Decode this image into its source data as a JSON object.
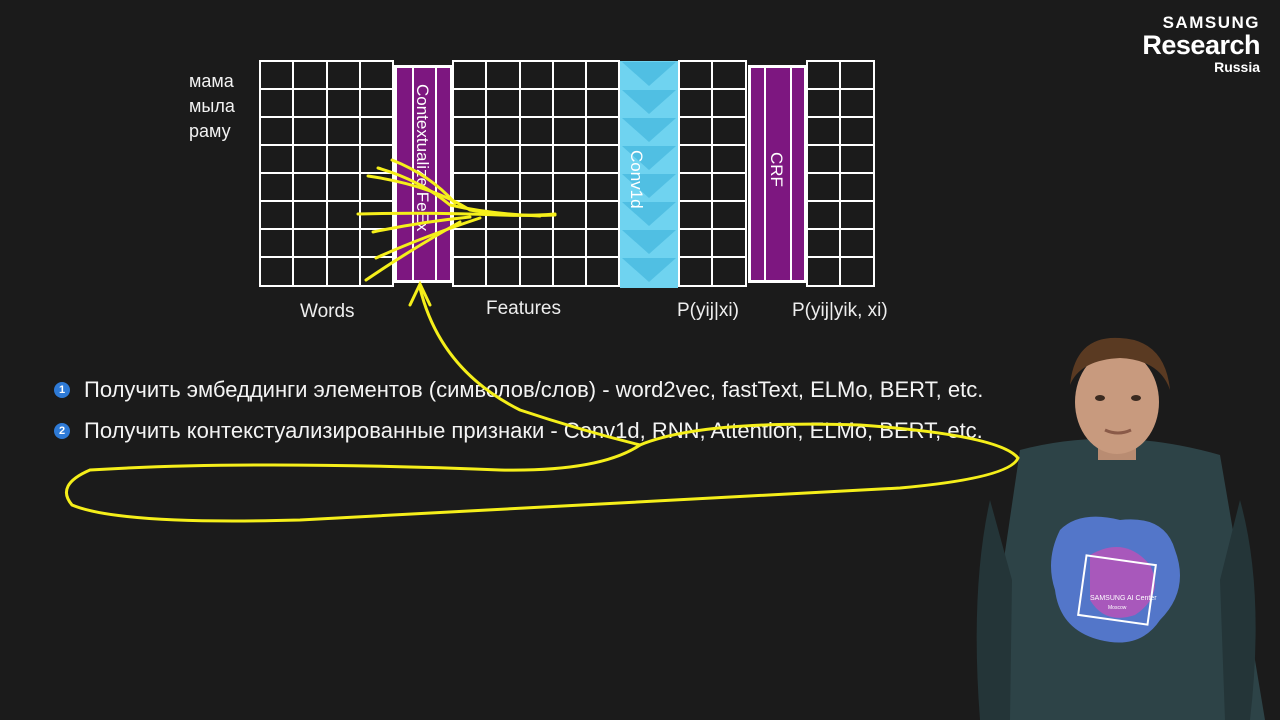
{
  "logo": {
    "line1": "SAMSUNG",
    "line2": "Research",
    "line3": "Russia"
  },
  "diagram": {
    "input_words": [
      "мама",
      "мыла",
      "раму"
    ],
    "block_labels": {
      "contextualize": "Contextualize FeEx",
      "conv": "Conv1d",
      "crf": "CRF"
    },
    "captions": {
      "words": "Words",
      "features": "Features",
      "p_local": "P(yij|xi)",
      "p_crf": "P(yij|yik, xi)"
    },
    "colors": {
      "grid": "#ffffff",
      "contextualize": "#7d1780",
      "conv": "#6fd3f0",
      "crf": "#7d1780",
      "annotation": "#f5ef1a"
    }
  },
  "bullets": [
    {
      "num": "1",
      "text": "Получить эмбеддинги элементов (символов/слов) - word2vec, fastText, ELMo, BERT, etc."
    },
    {
      "num": "2",
      "text": "Получить контекстуализированные признаки - Conv1d, RNN, Attention, ELMo, BERT, etc."
    }
  ],
  "tshirt_print": {
    "line1": "SAMSUNG  AI Center",
    "line2": "Moscow"
  }
}
